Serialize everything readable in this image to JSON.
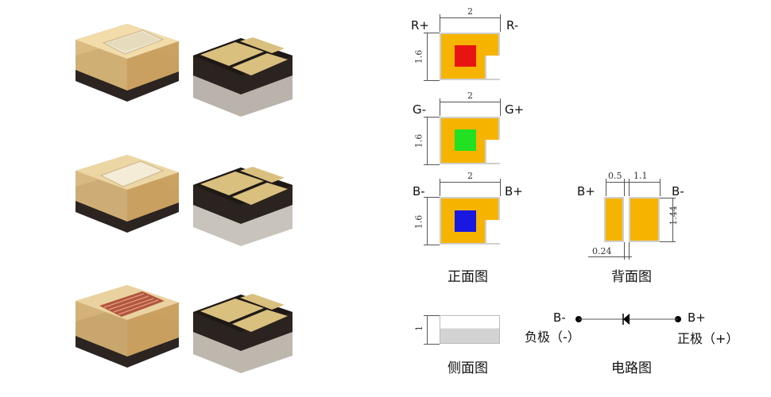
{
  "colors": {
    "pad": "#f6b400",
    "red_die": "#e81414",
    "green_die": "#22e022",
    "blue_die": "#1818e0",
    "side_top": "#ffffff",
    "side_bottom": "#d3d3d3"
  },
  "front_red": {
    "left_label": "R+",
    "right_label": "R-",
    "width": "2",
    "height": "1.6"
  },
  "front_green": {
    "left_label": "G-",
    "right_label": "G+",
    "width": "2",
    "height": "1.6"
  },
  "front_blue": {
    "left_label": "B-",
    "right_label": "B+",
    "width": "2",
    "height": "1.6"
  },
  "back": {
    "left_label": "B+",
    "right_label": "B-",
    "dim_left": "0.5",
    "dim_right": "1.1",
    "dim_height": "1.44",
    "dim_gap": "0.24"
  },
  "captions": {
    "front": "正面图",
    "back": "背面图",
    "side": "侧面图",
    "circuit": "电路图"
  },
  "side": {
    "height": "1"
  },
  "circuit": {
    "left_label": "B-",
    "right_label": "B+",
    "left_polarity": "负极（-）",
    "right_polarity": "正极（+）"
  }
}
